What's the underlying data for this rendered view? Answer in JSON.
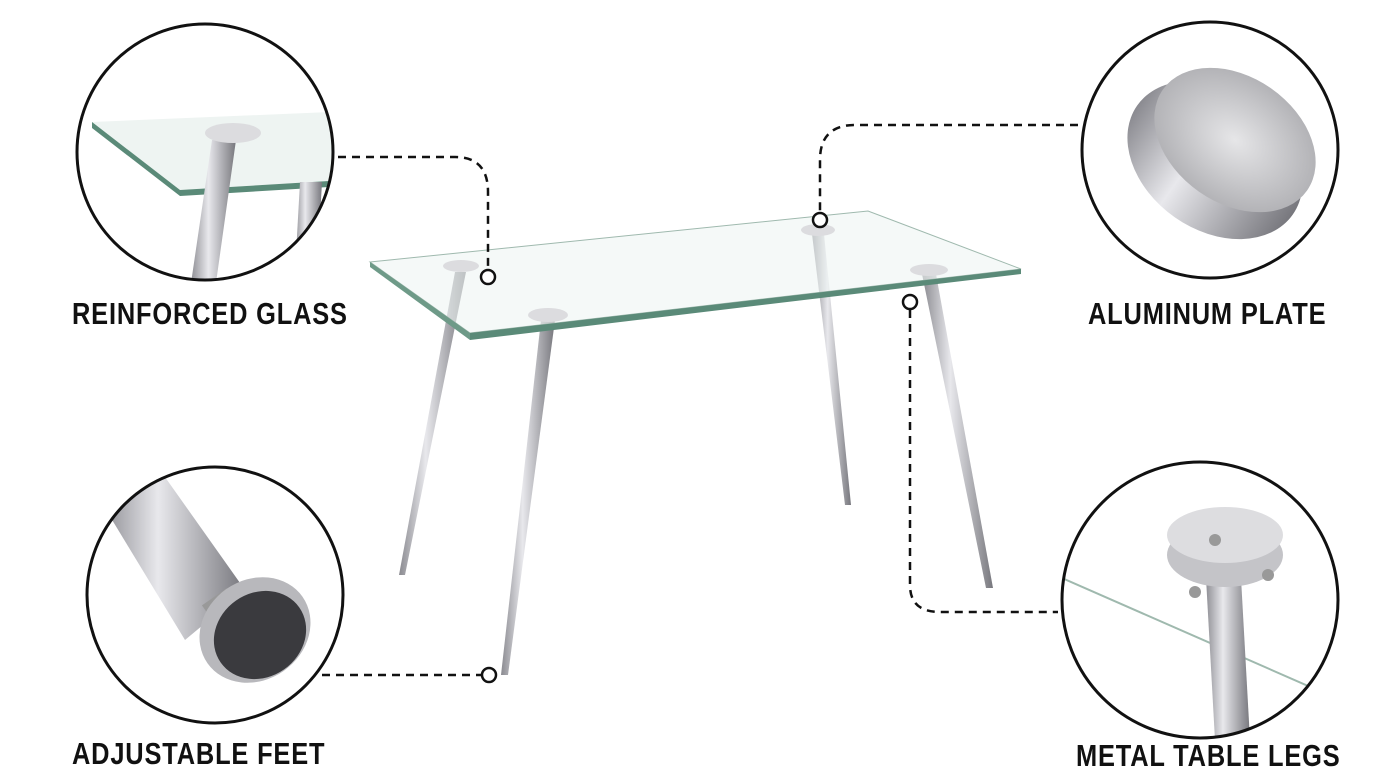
{
  "callouts": [
    {
      "id": "glass",
      "label": "REINFORCED GLASS"
    },
    {
      "id": "plate",
      "label": "ALUMINUM PLATE"
    },
    {
      "id": "feet",
      "label": "ADJUSTABLE FEET"
    },
    {
      "id": "legs",
      "label": "METAL TABLE LEGS"
    }
  ],
  "colors": {
    "text": "#111111",
    "glass_edge": "#5a8a78",
    "metal": "#b0b0b4",
    "dash": "#111111"
  }
}
